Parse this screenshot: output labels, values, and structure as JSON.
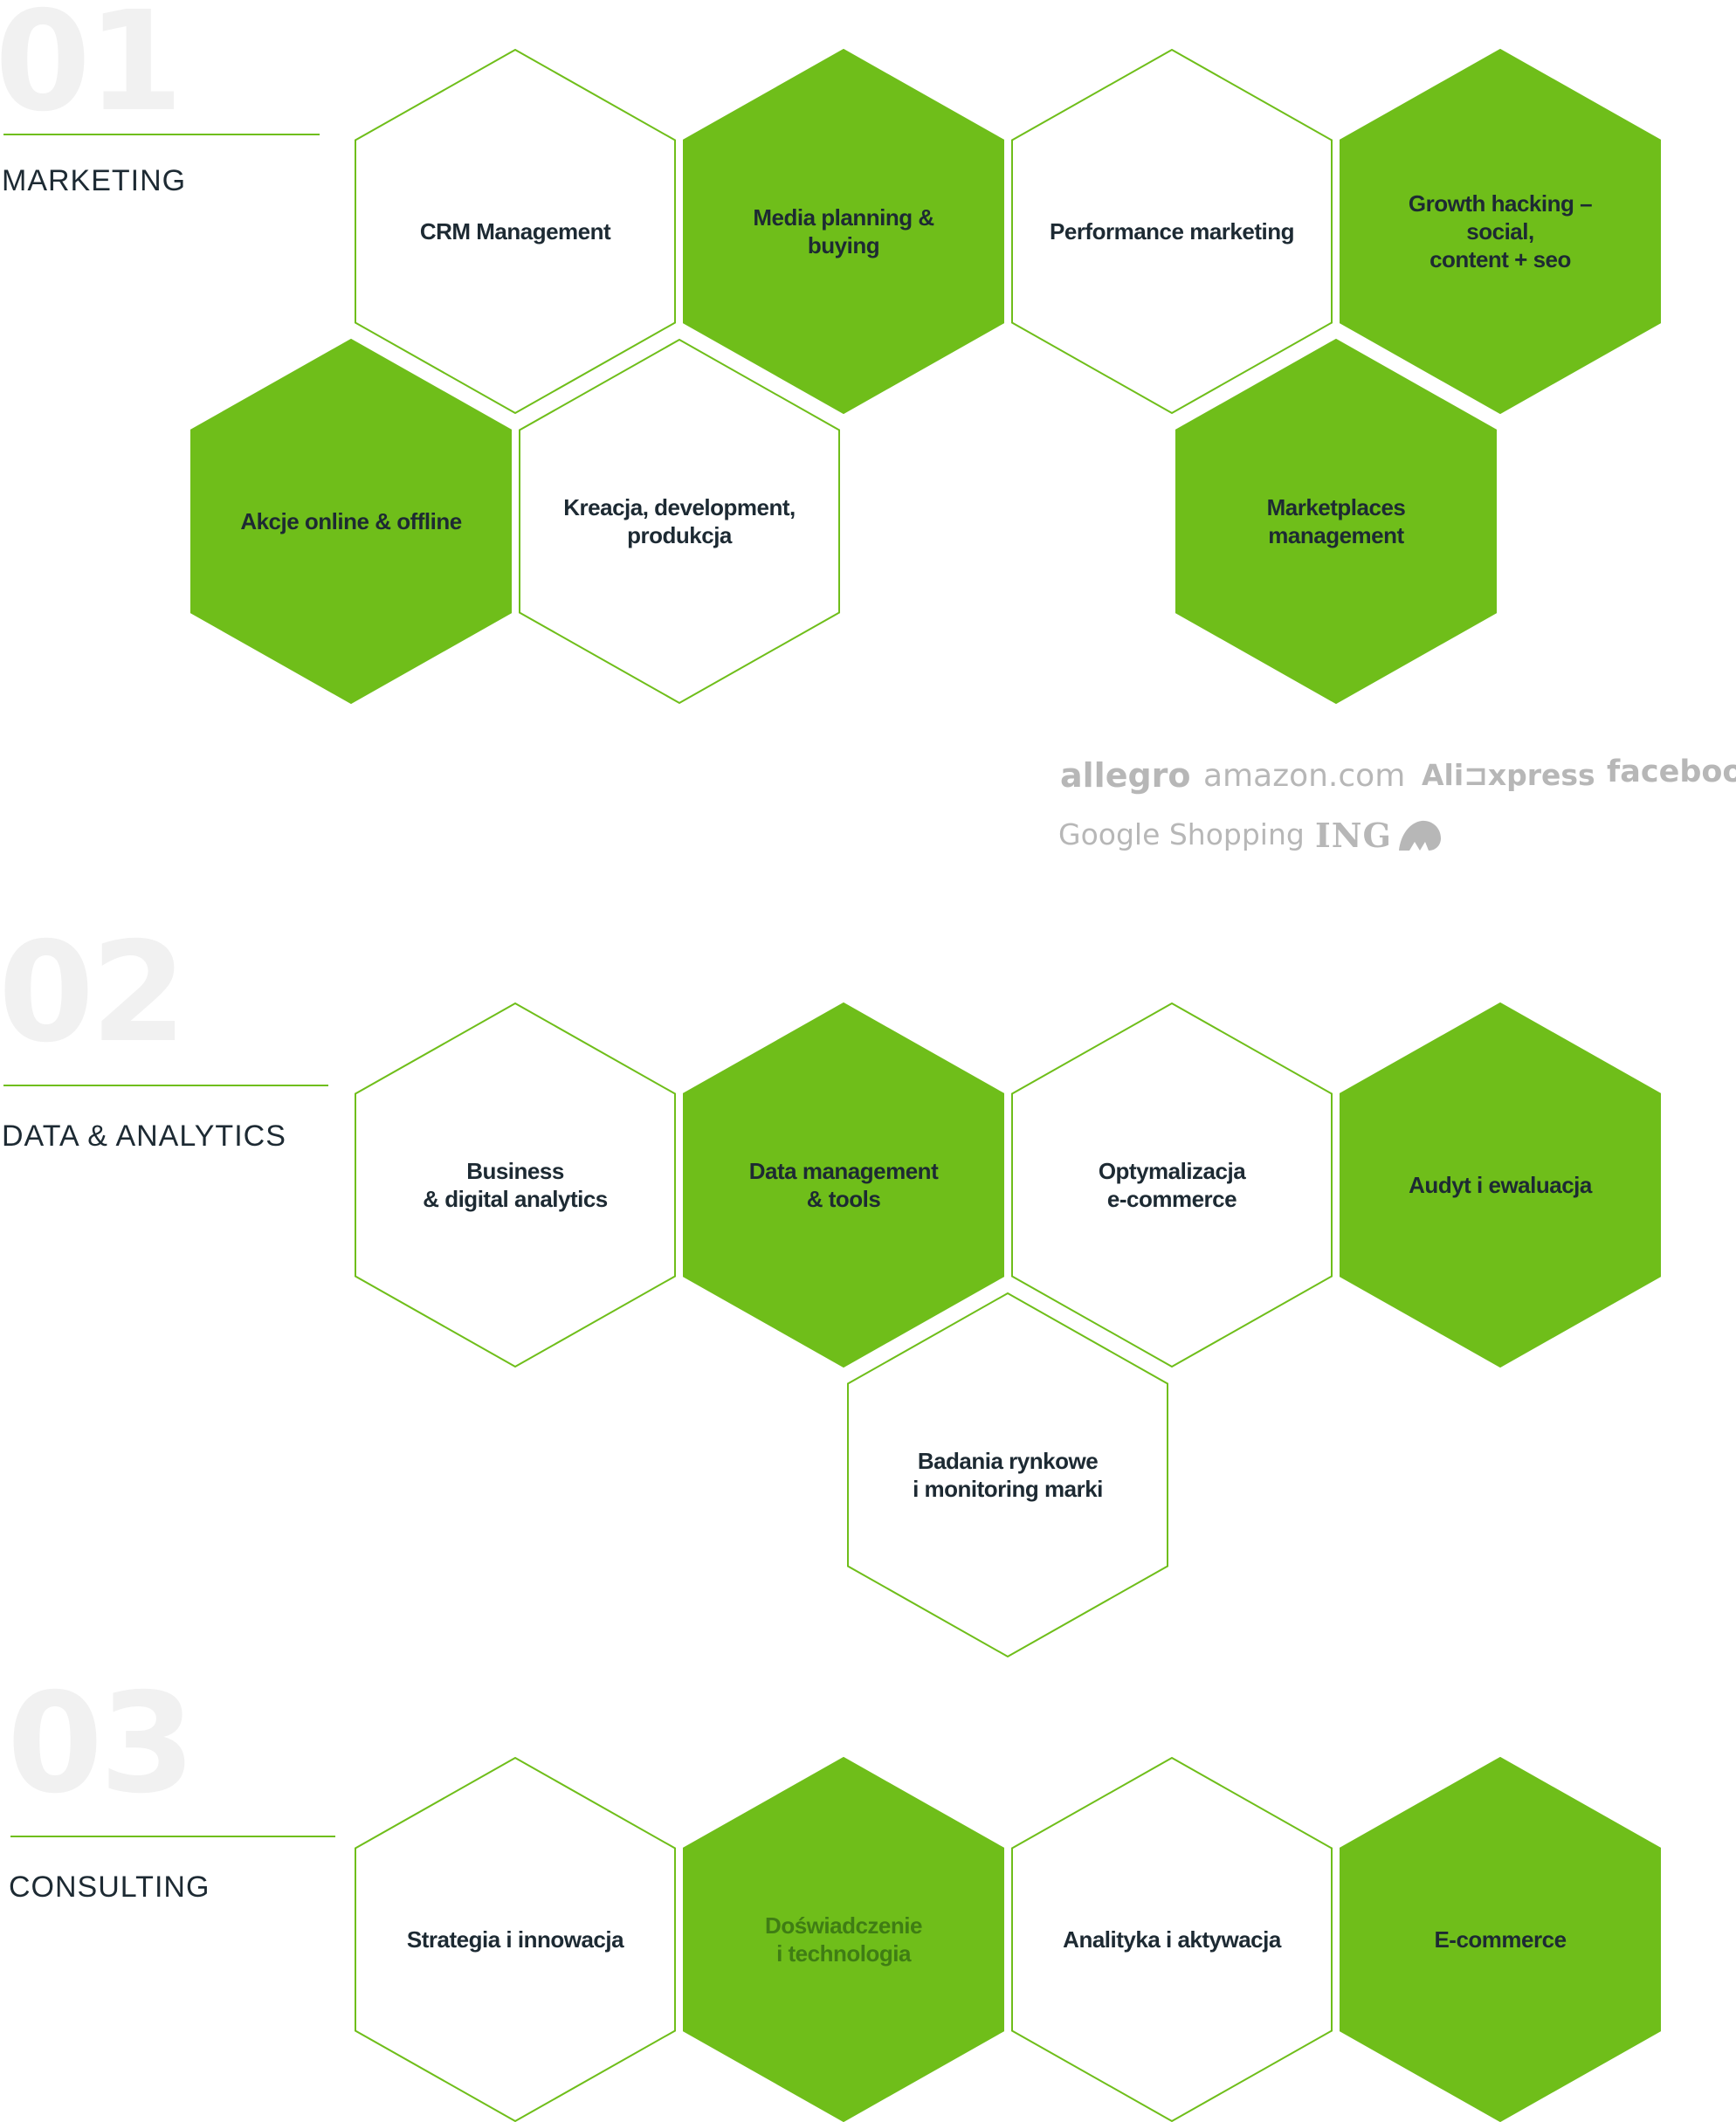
{
  "colors": {
    "accent": "#6fbe1a",
    "text": "#1d2a33",
    "number": "#f1f1f1",
    "logo": "#b7b7b7"
  },
  "sections": [
    {
      "number": "01",
      "title": "MARKETING",
      "items": [
        {
          "label": "CRM Management",
          "filled": false
        },
        {
          "label": "Media planning & buying",
          "filled": true
        },
        {
          "label": "Performance marketing",
          "filled": false
        },
        {
          "label": "Growth hacking – social,\ncontent + seo",
          "filled": true
        },
        {
          "label": "Akcje online & offline",
          "filled": true
        },
        {
          "label": "Kreacja, development,\nprodukcja",
          "filled": false
        },
        {
          "label": "Marketplaces\nmanagement",
          "filled": true
        }
      ]
    },
    {
      "number": "02",
      "title": "DATA & ANALYTICS",
      "items": [
        {
          "label": "Business\n& digital analytics",
          "filled": false
        },
        {
          "label": "Data management\n& tools",
          "filled": true
        },
        {
          "label": "Optymalizacja\ne-commerce",
          "filled": false
        },
        {
          "label": "Audyt i ewaluacja",
          "filled": true
        },
        {
          "label": "Badania rynkowe\ni monitoring marki",
          "filled": false
        }
      ]
    },
    {
      "number": "03",
      "title": "CONSULTING",
      "items": [
        {
          "label": "Strategia i innowacja",
          "filled": false
        },
        {
          "label": "Doświadczenie\ni technologia",
          "filled": true
        },
        {
          "label": "Analityka i aktywacja",
          "filled": false
        },
        {
          "label": "E-commerce",
          "filled": true
        }
      ]
    }
  ],
  "logos": [
    {
      "name": "allegro",
      "text": "allegro"
    },
    {
      "name": "amazon",
      "text": "amazon.com"
    },
    {
      "name": "aliexpress",
      "text": "Ali⊐xpress"
    },
    {
      "name": "facebook",
      "text": "facebook"
    },
    {
      "name": "google-shopping",
      "text": "Google Shopping"
    },
    {
      "name": "ing",
      "text": "ING"
    }
  ]
}
